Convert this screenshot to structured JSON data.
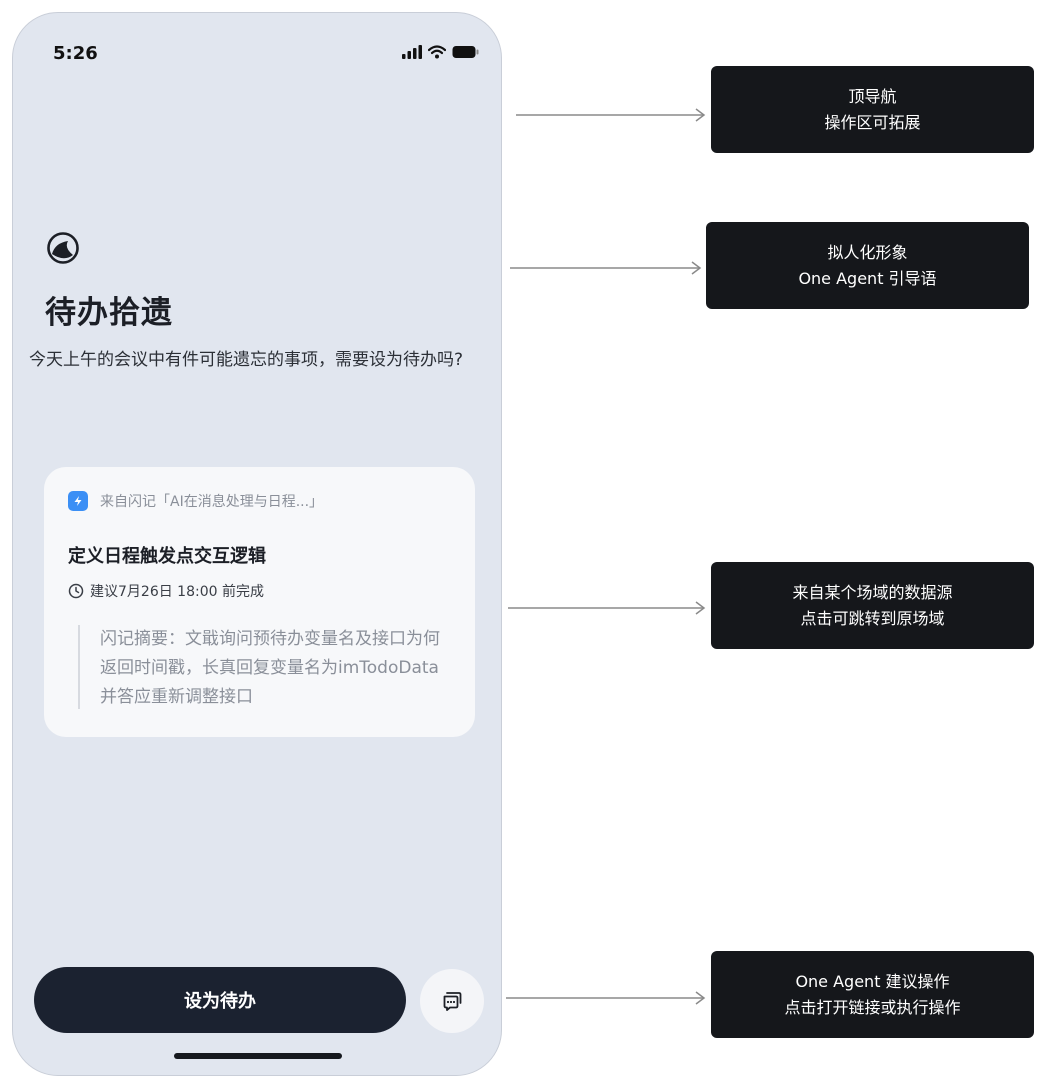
{
  "status_bar": {
    "time": "5:26",
    "icons": [
      "signal-icon",
      "wifi-icon",
      "battery-icon"
    ]
  },
  "agent": {
    "icon": "agent-avatar-icon",
    "title": "待办拾遗",
    "message": "今天上午的会议中有件可能遗忘的事项，需要设为待办吗?"
  },
  "card": {
    "source_icon": "flash-note-icon",
    "source_label": "来自闪记「AI在消息处理与日程...」",
    "title": "定义日程触发点交互逻辑",
    "deadline_icon": "clock-icon",
    "deadline": "建议7月26日 18:00 前完成",
    "summary": "闪记摘要：文戢询问预待办变量名及接口为何返回时间戳，长真回复变量名为imTodoData并答应重新调整接口"
  },
  "actions": {
    "primary_label": "设为待办",
    "chat_icon": "chat-icon"
  },
  "annotations": [
    {
      "line1": "顶导航",
      "line2": "操作区可拓展"
    },
    {
      "line1": "拟人化形象",
      "line2": "One Agent 引导语"
    },
    {
      "line1": "来自某个场域的数据源",
      "line2": "点击可跳转到原场域"
    },
    {
      "line1": "One Agent 建议操作",
      "line2": "点击打开链接或执行操作"
    }
  ],
  "colors": {
    "phone_background": "#e1e6ef",
    "card_background": "#f7f8fa",
    "primary_button": "#1b2230",
    "source_icon": "#3b8ff5",
    "annotation_background": "#15171b"
  }
}
